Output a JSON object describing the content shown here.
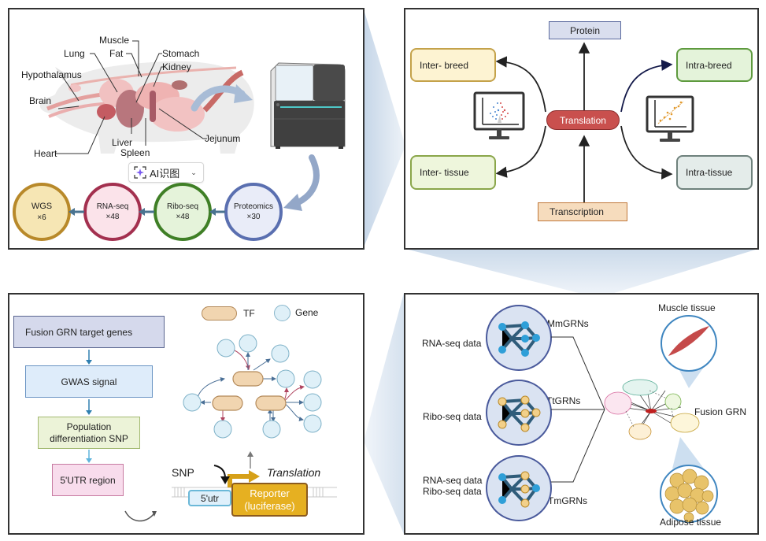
{
  "panel_a": {
    "organs": {
      "muscle": "Muscle",
      "fat": "Fat",
      "lung": "Lung",
      "stomach": "Stomach",
      "kidney": "Kidney",
      "hypothalamus": "Hypothalamus",
      "brain": "Brain",
      "heart": "Heart",
      "liver": "Liver",
      "spleen": "Spleen",
      "jejunum": "Jejunum"
    },
    "ai_button": {
      "label": "AI识图",
      "icon": "sparkle-scan-icon",
      "chevron": "chevron-down-icon"
    },
    "omics": [
      {
        "name": "WGS",
        "count": "×6",
        "border": "#b8892a",
        "fill": "#f6e6b4"
      },
      {
        "name": "RNA-seq",
        "count": "×48",
        "border": "#a3304f",
        "fill": "#fbe3ea"
      },
      {
        "name": "Ribo-seq",
        "count": "×48",
        "border": "#3f7f26",
        "fill": "#e5f3da"
      },
      {
        "name": "Proteomics",
        "count": "×30",
        "border": "#5a6fb0",
        "fill": "#e9ecf8"
      }
    ]
  },
  "panel_b": {
    "protein": "Protein",
    "translation": "Translation",
    "transcription": "Transcription",
    "inter_breed": "Inter- breed",
    "inter_tissue": "Inter- tissue",
    "intra_breed": "Intra-breed",
    "intra_tissue": "Intra-tissue",
    "colors": {
      "translation": "#c9504e",
      "protein": "#d9deee",
      "transcription": "#f6dcbd",
      "inter_breed": "#fdf3d2",
      "inter_tissue": "#eef6dc",
      "intra_breed": "#e4f3da",
      "intra_tissue": "#e4ecea"
    }
  },
  "panel_c": {
    "steps": [
      {
        "label": "Fusion GRN target genes",
        "fill": "#d5d9ec",
        "border": "#5a6590"
      },
      {
        "label": "GWAS signal",
        "fill": "#deecfa",
        "border": "#6a94c4"
      },
      {
        "label": "Population\ndifferentiation SNP",
        "fill": "#ecf3d8",
        "border": "#a2b870"
      },
      {
        "label": "5'UTR region",
        "fill": "#f8dcec",
        "border": "#c77aa1"
      }
    ],
    "legend": {
      "tf": "TF",
      "gene": "Gene"
    },
    "snp": "SNP",
    "utr": "5'utr",
    "reporter_line1": "Reporter",
    "reporter_line2": "(luciferase)",
    "translation": "Translation"
  },
  "panel_d": {
    "inputs": [
      {
        "data": "RNA-seq data",
        "grn": "MmGRNs"
      },
      {
        "data": "Ribo-seq data",
        "grn": "TtGRNs"
      },
      {
        "data_line1": "RNA-seq data",
        "data_line2": "Ribo-seq data",
        "grn": "TmGRNs"
      }
    ],
    "fusion": "Fusion GRN",
    "muscle": "Muscle tissue",
    "adipose": "Adipose tissue"
  }
}
